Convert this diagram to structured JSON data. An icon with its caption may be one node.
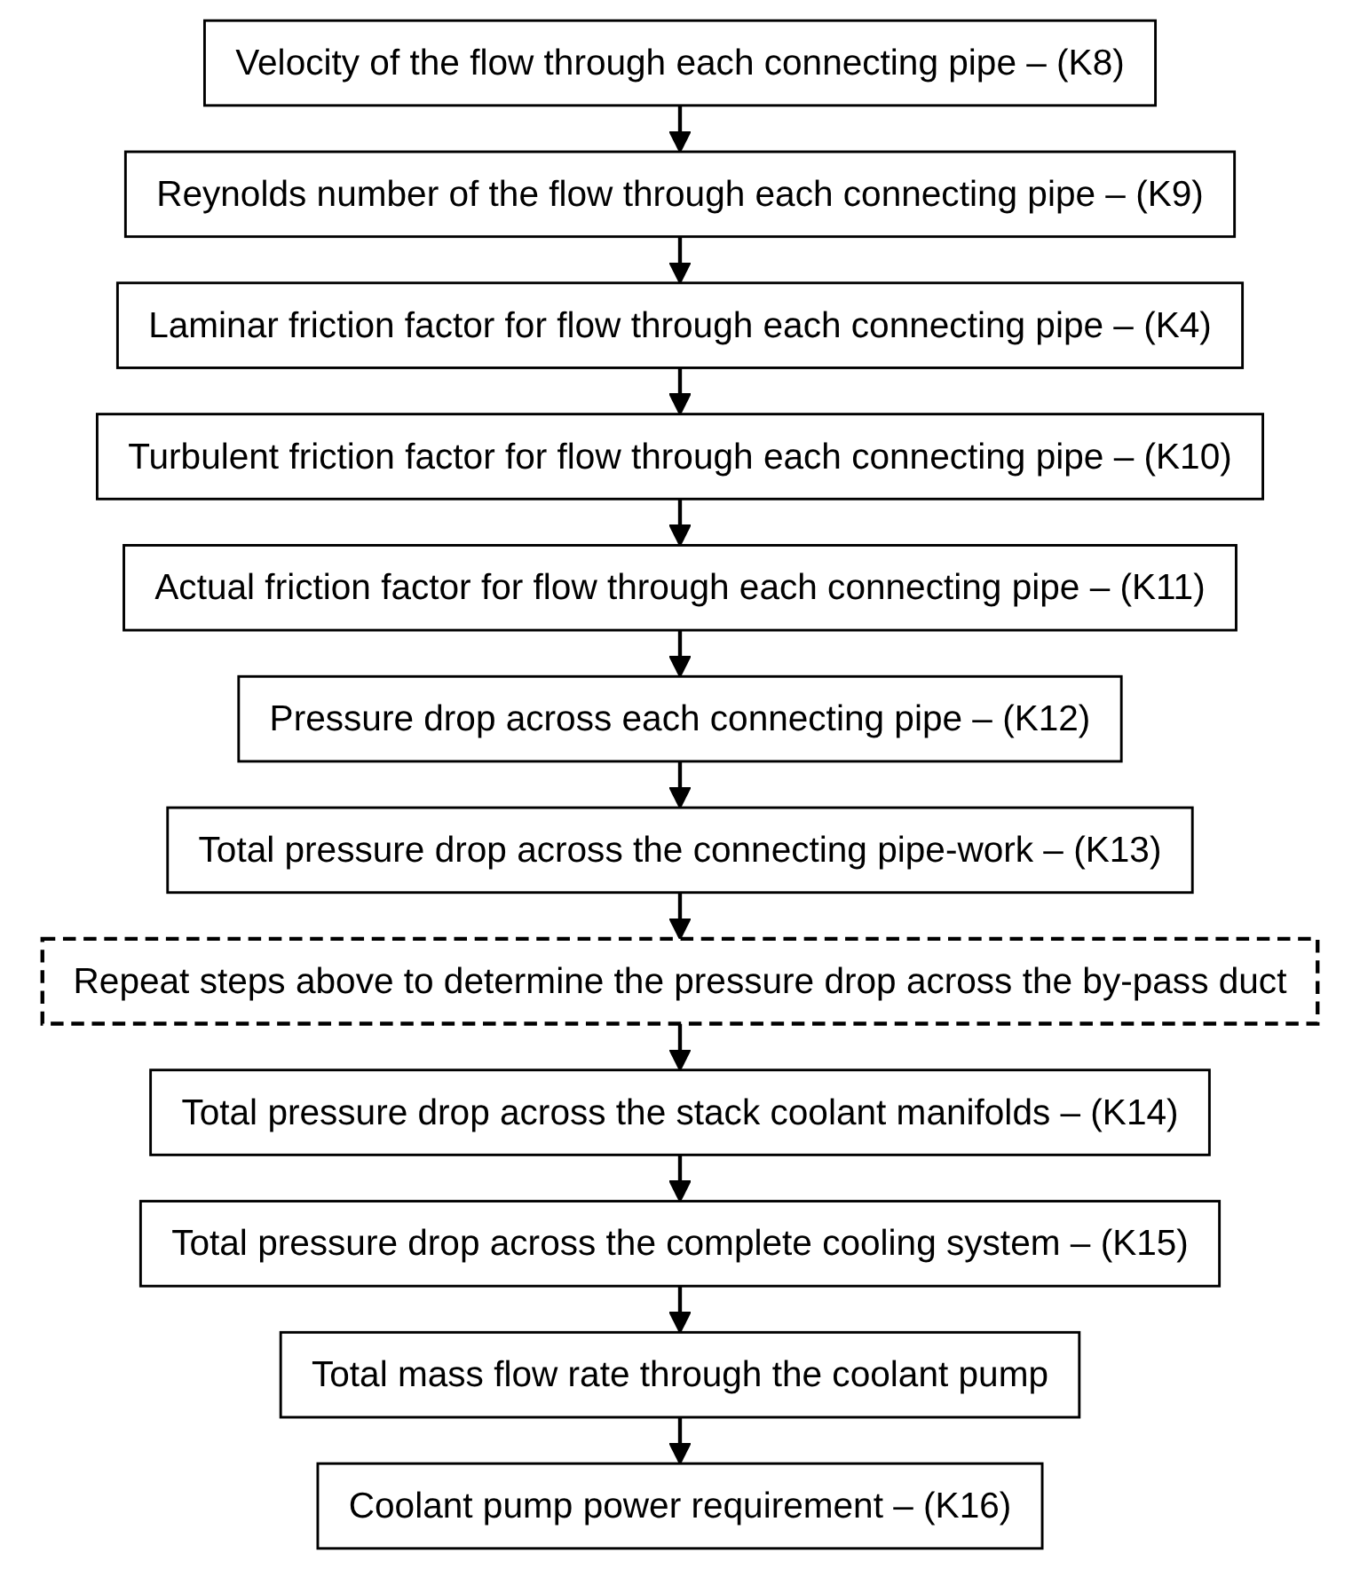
{
  "diagram": {
    "nodes": [
      {
        "text": [
          "Velocity of the flow through each connecting pipe – (K8)"
        ]
      },
      {
        "text": [
          "Reynolds number of the flow through each connecting pipe – (K9)"
        ]
      },
      {
        "text": [
          "Laminar friction factor for flow through each connecting pipe – (K4)"
        ]
      },
      {
        "text": [
          "Turbulent friction factor for flow through each connecting pipe – (K10)"
        ]
      },
      {
        "text": [
          "Actual friction factor for flow through each connecting pipe – (K11)"
        ]
      },
      {
        "text": [
          "Pressure drop across each connecting pipe – (K12)"
        ]
      },
      {
        "text": [
          "Total pressure drop across the connecting pipe-work – (K13)"
        ]
      },
      {
        "text": [
          "Repeat steps above to determine the pressure drop across the by-pass duct"
        ]
      },
      {
        "text": [
          "Total pressure drop across the stack coolant manifolds – (K14)"
        ]
      },
      {
        "text": [
          "Total pressure drop across the complete cooling system – (K15)"
        ]
      },
      {
        "text": [
          "Total mass flow rate through the coolant pump"
        ]
      },
      {
        "text": [
          "Coolant pump power requirement – (K16)"
        ]
      }
    ],
    "edges": [
      {
        "from": 0,
        "to": 1,
        "arrow": "to"
      },
      {
        "from": 1,
        "to": 2,
        "arrow": "to"
      },
      {
        "from": 2,
        "to": 3,
        "arrow": "to"
      },
      {
        "from": 3,
        "to": 4,
        "arrow": "to"
      },
      {
        "from": 4,
        "to": 5,
        "arrow": "to"
      },
      {
        "from": 5,
        "to": 6,
        "arrow": "to"
      },
      {
        "from": 6,
        "to": 7,
        "arrow": "to"
      },
      {
        "from": 7,
        "to": 8,
        "arrow": "to"
      },
      {
        "from": 8,
        "to": 9,
        "arrow": "to"
      },
      {
        "from": 9,
        "to": 10,
        "arrow": "to"
      },
      {
        "from": 10,
        "to": 11,
        "arrow": "to"
      }
    ]
  }
}
